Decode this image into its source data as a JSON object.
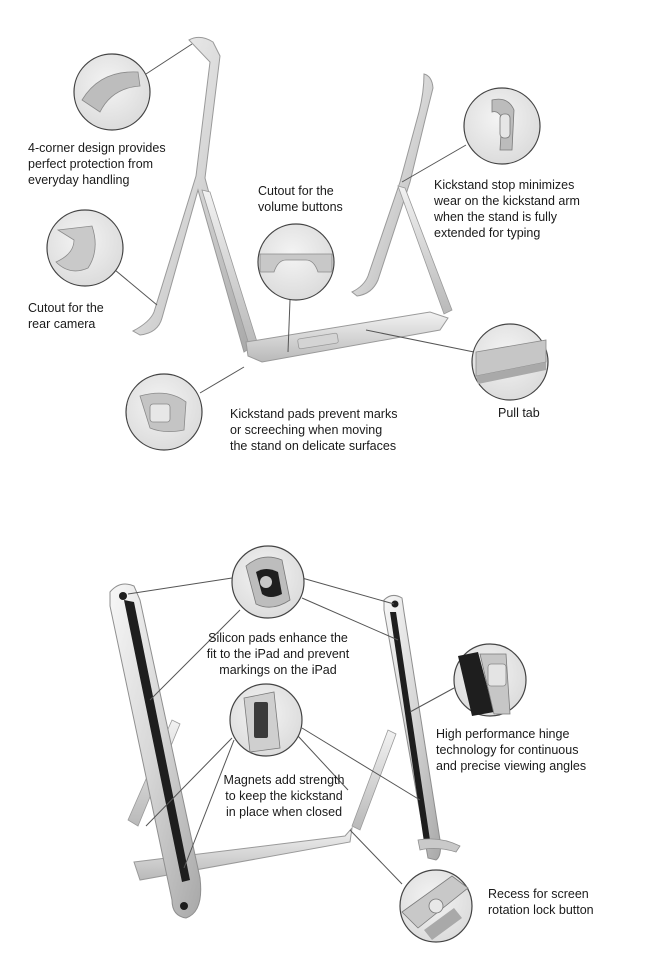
{
  "colors": {
    "metal_light": "#eeeeee",
    "metal_mid": "#cfcfcf",
    "metal_dark": "#9a9a9a",
    "pad_black": "#1e1e1e",
    "leader": "#555555",
    "text": "#1a1a1a"
  },
  "top_panel": {
    "callouts": [
      {
        "name": "corner-design",
        "lines": [
          "4-corner design provides",
          "perfect protection from",
          "everyday handling"
        ]
      },
      {
        "name": "volume-cutout",
        "lines": [
          "Cutout for the",
          "volume buttons"
        ]
      },
      {
        "name": "kickstand-stop",
        "lines": [
          "Kickstand stop minimizes",
          "wear on the kickstand arm",
          "when the stand is fully",
          "extended for typing"
        ]
      },
      {
        "name": "camera-cutout",
        "lines": [
          "Cutout for the",
          "rear camera"
        ]
      },
      {
        "name": "kickstand-pads",
        "lines": [
          "Kickstand pads prevent marks",
          "or screeching when moving",
          "the stand on delicate surfaces"
        ]
      },
      {
        "name": "pull-tab",
        "lines": [
          "Pull tab"
        ]
      }
    ]
  },
  "bottom_panel": {
    "callouts": [
      {
        "name": "silicon-pads",
        "lines": [
          "Silicon pads enhance the",
          "fit to the iPad and prevent",
          "markings on the iPad"
        ]
      },
      {
        "name": "hinge",
        "lines": [
          "High performance hinge",
          "technology for continuous",
          "and precise viewing angles"
        ]
      },
      {
        "name": "magnets",
        "lines": [
          "Magnets add strength",
          "to keep the kickstand",
          "in place when closed"
        ]
      },
      {
        "name": "rotation-lock-recess",
        "lines": [
          "Recess for screen",
          "rotation lock button"
        ]
      }
    ]
  }
}
